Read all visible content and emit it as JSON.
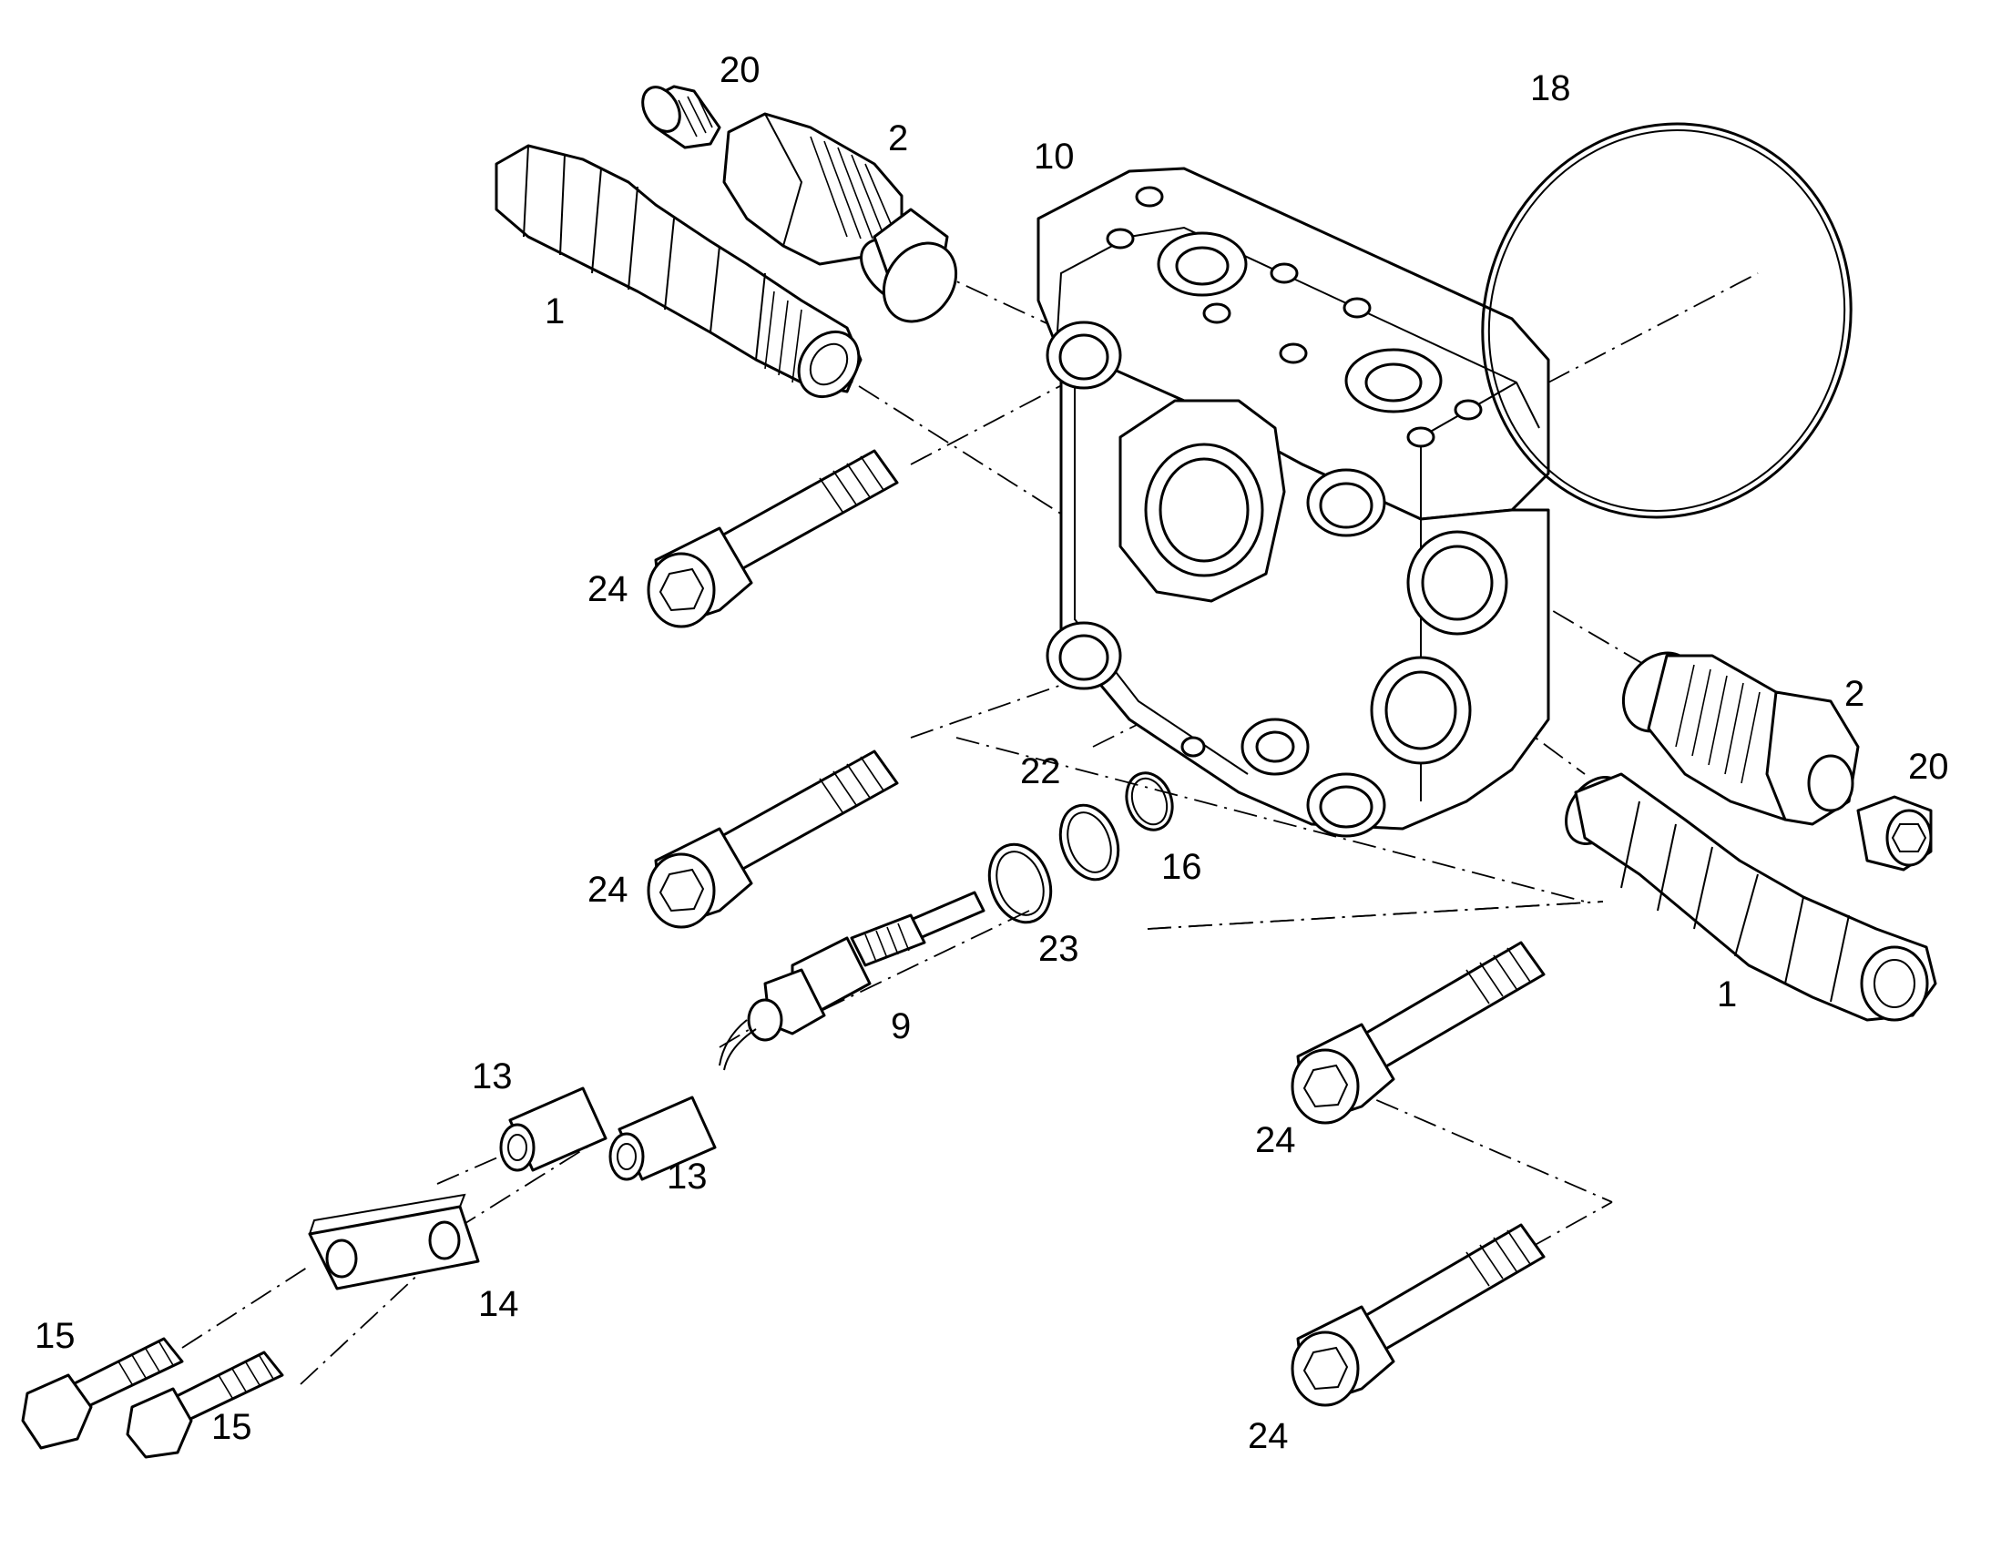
{
  "callouts": {
    "c20_top": "20",
    "c2_top": "2",
    "c18": "18",
    "c10": "10",
    "c1_top": "1",
    "c24_a": "24",
    "c24_b": "24",
    "c22": "22",
    "c16": "16",
    "c23": "23",
    "c9": "9",
    "c13_a": "13",
    "c13_b": "13",
    "c14": "14",
    "c15_a": "15",
    "c15_b": "15",
    "c2_right": "2",
    "c20_right": "20",
    "c1_right": "1",
    "c24_c": "24",
    "c24_d": "24"
  },
  "colors": {
    "line": "#000000",
    "background": "#ffffff"
  }
}
